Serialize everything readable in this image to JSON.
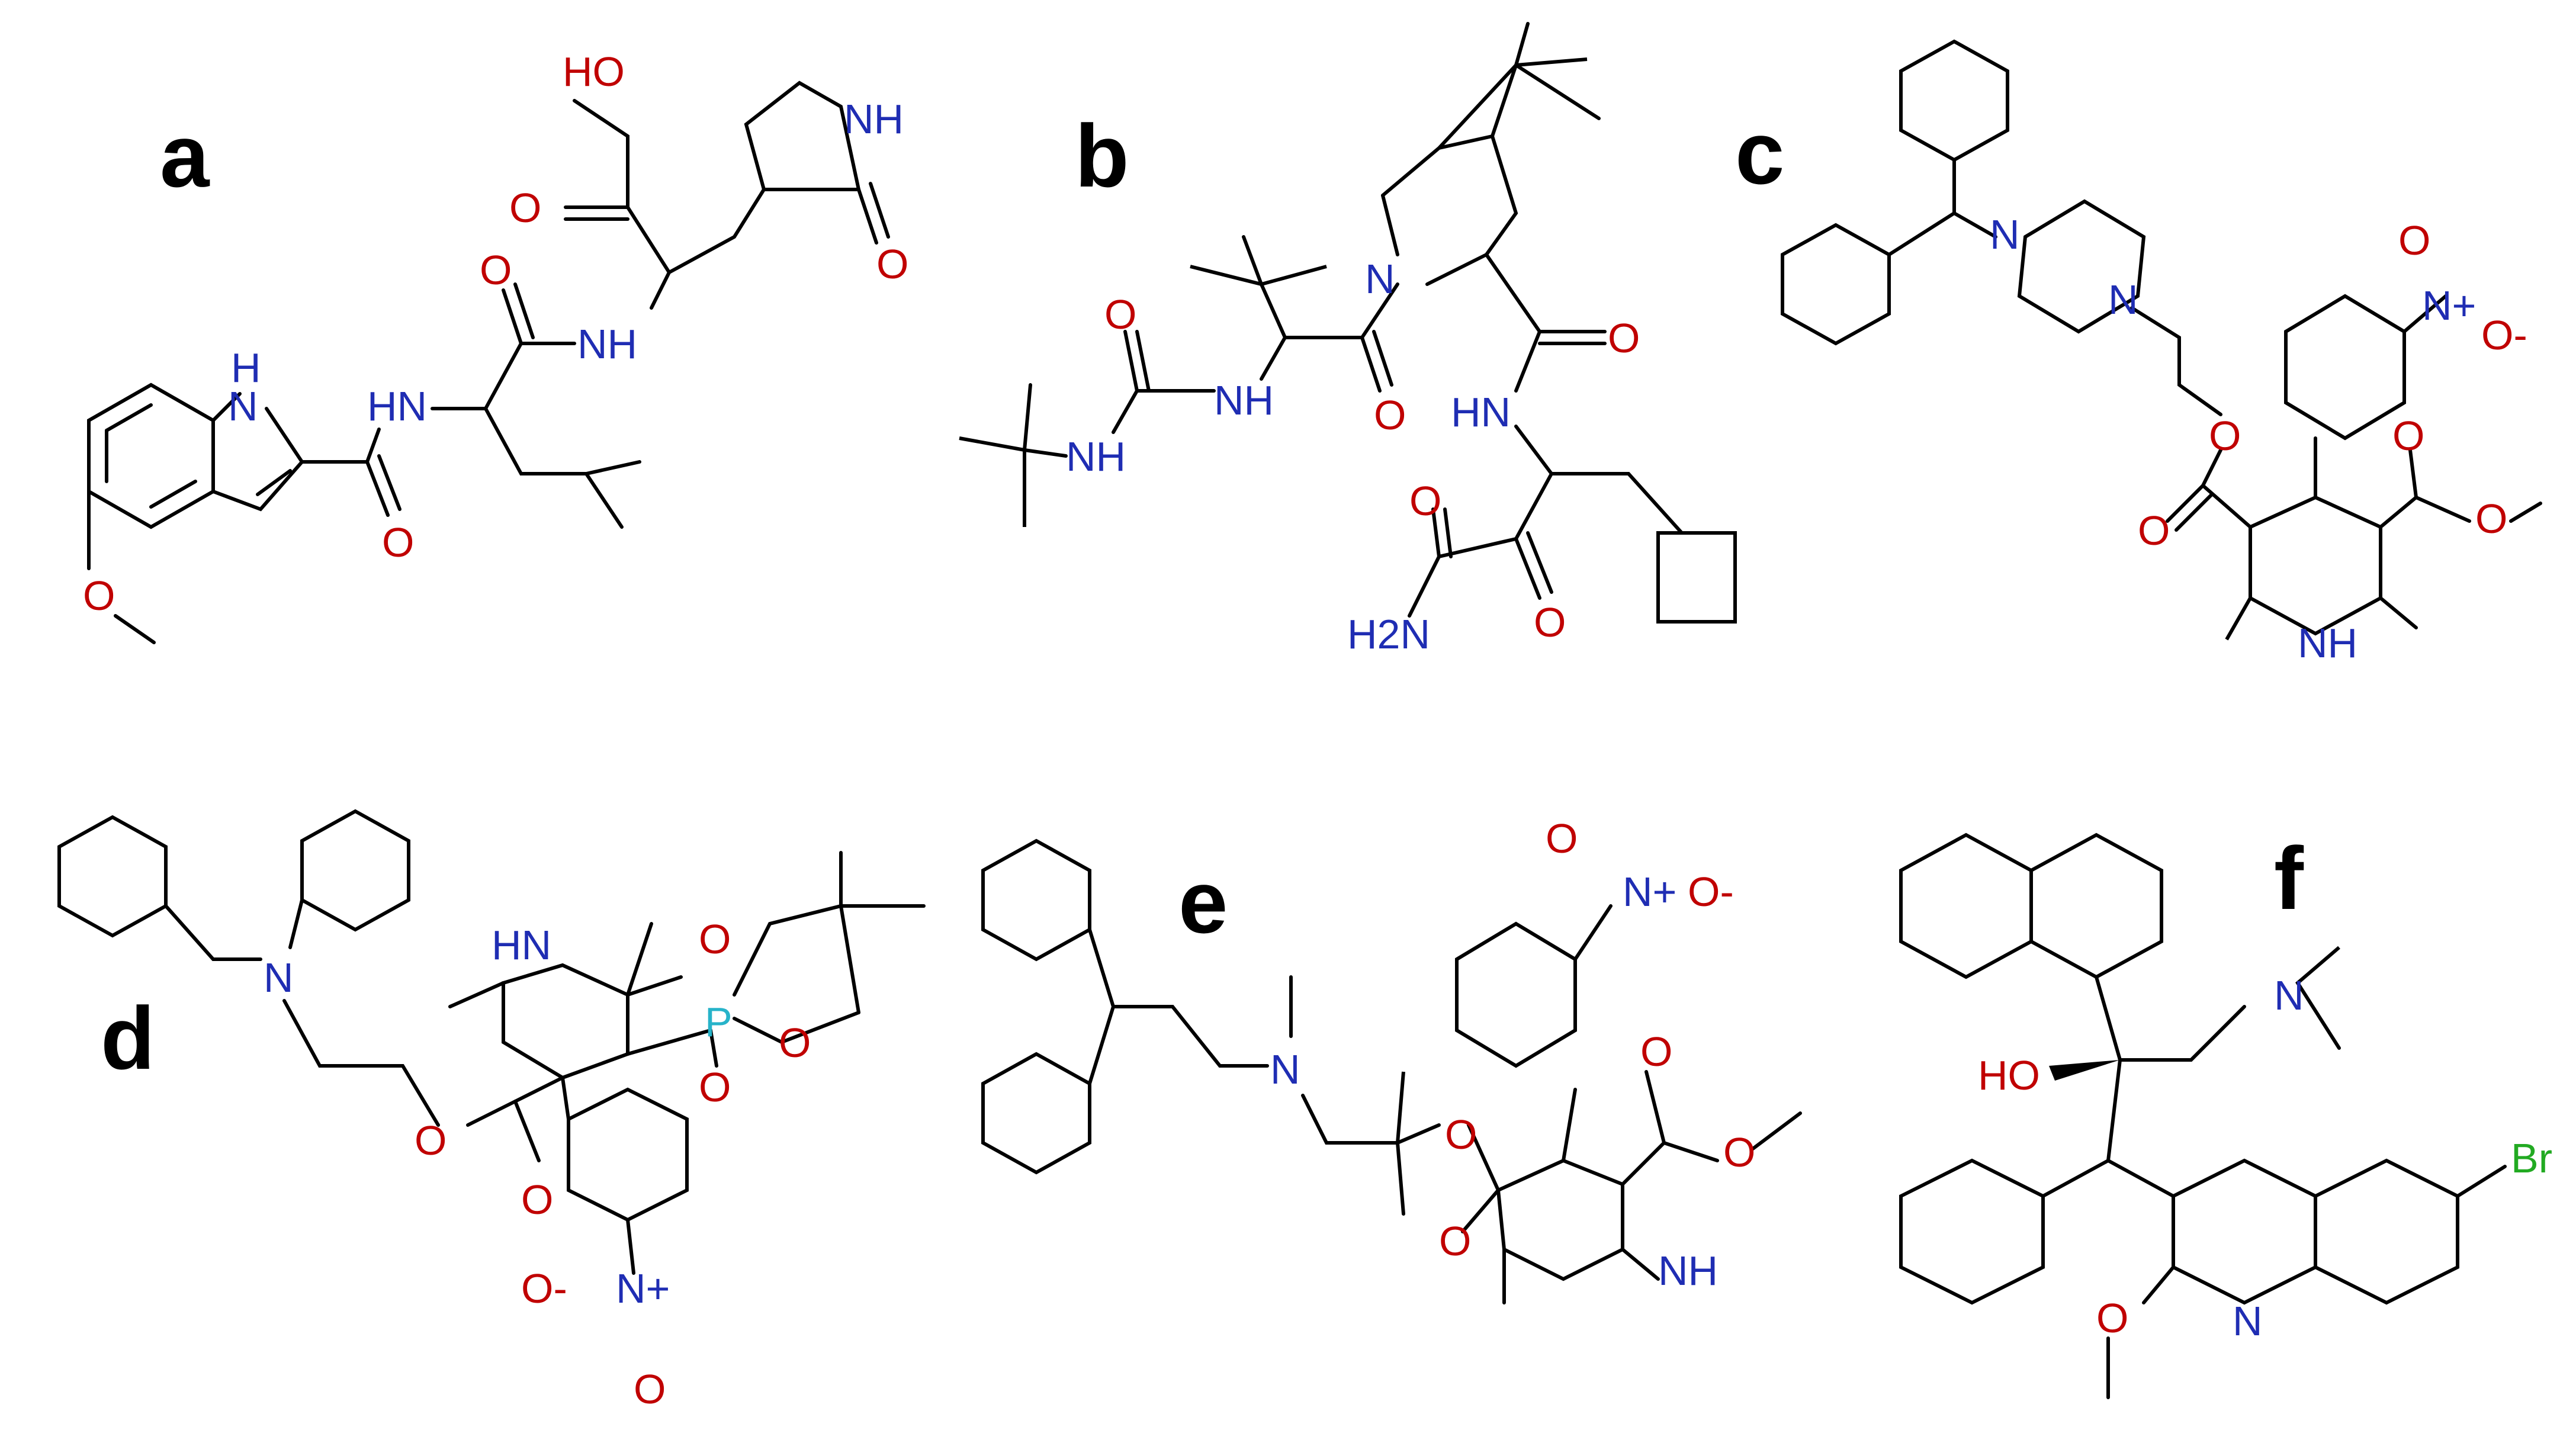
{
  "colors": {
    "carbon": "#000000",
    "oxygen": "#c00000",
    "nitrogen": "#1f2db3",
    "phosphorus": "#27b3c9",
    "bromine": "#22aa22"
  },
  "panels": [
    {
      "label": "a",
      "atoms": [
        {
          "text": "HO",
          "el": "O"
        },
        {
          "text": "NH",
          "el": "N"
        },
        {
          "text": "O",
          "el": "O"
        },
        {
          "text": "O",
          "el": "O"
        },
        {
          "text": "O",
          "el": "O"
        },
        {
          "text": "NH",
          "el": "N"
        },
        {
          "text": "H",
          "el": "N"
        },
        {
          "text": "N",
          "el": "N"
        },
        {
          "text": "HN",
          "el": "N"
        },
        {
          "text": "O",
          "el": "O"
        },
        {
          "text": "O",
          "el": "O"
        }
      ]
    },
    {
      "label": "b",
      "atoms": [
        {
          "text": "N",
          "el": "N"
        },
        {
          "text": "O",
          "el": "O"
        },
        {
          "text": "NH",
          "el": "N"
        },
        {
          "text": "O",
          "el": "O"
        },
        {
          "text": "O",
          "el": "O"
        },
        {
          "text": "HN",
          "el": "N"
        },
        {
          "text": "NH",
          "el": "N"
        },
        {
          "text": "O",
          "el": "O"
        },
        {
          "text": "O",
          "el": "O"
        },
        {
          "text": "H2N",
          "el": "N"
        }
      ]
    },
    {
      "label": "c",
      "atoms": [
        {
          "text": "N",
          "el": "N"
        },
        {
          "text": "N",
          "el": "N"
        },
        {
          "text": "O",
          "el": "O"
        },
        {
          "text": "N+",
          "el": "N"
        },
        {
          "text": "O-",
          "el": "O"
        },
        {
          "text": "O",
          "el": "O"
        },
        {
          "text": "O",
          "el": "O"
        },
        {
          "text": "O",
          "el": "O"
        },
        {
          "text": "O",
          "el": "O"
        },
        {
          "text": "NH",
          "el": "N"
        }
      ]
    },
    {
      "label": "d",
      "atoms": [
        {
          "text": "N",
          "el": "N"
        },
        {
          "text": "HN",
          "el": "N"
        },
        {
          "text": "O",
          "el": "O"
        },
        {
          "text": "P",
          "el": "P"
        },
        {
          "text": "O",
          "el": "O"
        },
        {
          "text": "O",
          "el": "O"
        },
        {
          "text": "O",
          "el": "O"
        },
        {
          "text": "O",
          "el": "O"
        },
        {
          "text": "O-",
          "el": "O"
        },
        {
          "text": "N+",
          "el": "N"
        },
        {
          "text": "O",
          "el": "O"
        }
      ]
    },
    {
      "label": "e",
      "atoms": [
        {
          "text": "N",
          "el": "N"
        },
        {
          "text": "O",
          "el": "O"
        },
        {
          "text": "O",
          "el": "O"
        },
        {
          "text": "O",
          "el": "O"
        },
        {
          "text": "O",
          "el": "O"
        },
        {
          "text": "NH",
          "el": "N"
        },
        {
          "text": "N+",
          "el": "N"
        },
        {
          "text": "O-",
          "el": "O"
        },
        {
          "text": "O",
          "el": "O"
        }
      ]
    },
    {
      "label": "f",
      "atoms": [
        {
          "text": "N",
          "el": "N"
        },
        {
          "text": "HO",
          "el": "O"
        },
        {
          "text": "Br",
          "el": "Br"
        },
        {
          "text": "O",
          "el": "O"
        },
        {
          "text": "N",
          "el": "N"
        }
      ]
    }
  ]
}
